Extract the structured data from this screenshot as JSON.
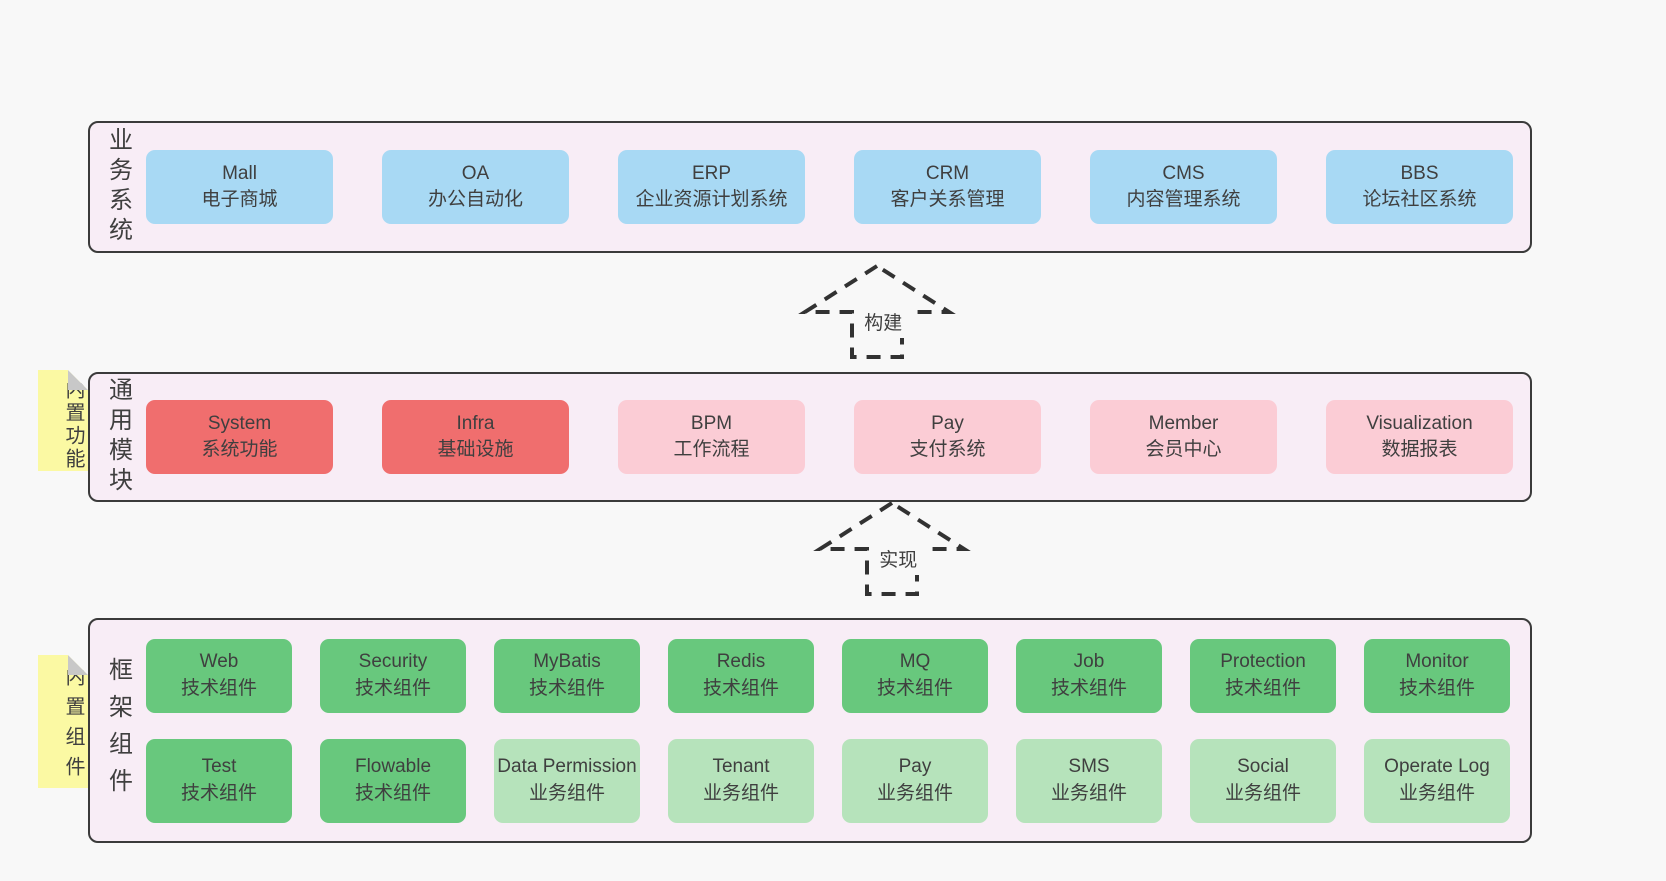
{
  "palette": {
    "page_background": "#f8f8f8",
    "container_fill": "#f8edf6",
    "container_border": "#3b3b3b",
    "text": "#3f3f3f",
    "sticky_yellow": "#fbf9a3",
    "fold_gray": "#c8c8c8",
    "arrow_stroke": "#323232",
    "blue": "#a8d9f4",
    "red": "#f06e6e",
    "pink": "#fbccd5",
    "green": "#68c87d",
    "light_green": "#b6e3bb"
  },
  "arrows": [
    {
      "label": "构建"
    },
    {
      "label": "实现"
    }
  ],
  "layers": [
    {
      "label": "业务系统",
      "boxes": [
        {
          "title": "Mall",
          "subtitle": "电子商城",
          "color": "#a8d9f4"
        },
        {
          "title": "OA",
          "subtitle": "办公自动化",
          "color": "#a8d9f4"
        },
        {
          "title": "ERP",
          "subtitle": "企业资源计划系统",
          "color": "#a8d9f4"
        },
        {
          "title": "CRM",
          "subtitle": "客户关系管理",
          "color": "#a8d9f4"
        },
        {
          "title": "CMS",
          "subtitle": "内容管理系统",
          "color": "#a8d9f4"
        },
        {
          "title": "BBS",
          "subtitle": "论坛社区系统",
          "color": "#a8d9f4"
        }
      ]
    },
    {
      "label": "通用模块",
      "sticky": "内置功能",
      "boxes": [
        {
          "title": "System",
          "subtitle": "系统功能",
          "color": "#f06e6e"
        },
        {
          "title": "Infra",
          "subtitle": "基础设施",
          "color": "#f06e6e"
        },
        {
          "title": "BPM",
          "subtitle": "工作流程",
          "color": "#fbccd5"
        },
        {
          "title": "Pay",
          "subtitle": "支付系统",
          "color": "#fbccd5"
        },
        {
          "title": "Member",
          "subtitle": "会员中心",
          "color": "#fbccd5"
        },
        {
          "title": "Visualization",
          "subtitle": "数据报表",
          "color": "#fbccd5"
        }
      ]
    },
    {
      "label": "框架组件",
      "sticky": "内置组件",
      "rows": [
        [
          {
            "title": "Web",
            "subtitle": "技术组件",
            "color": "#68c87d"
          },
          {
            "title": "Security",
            "subtitle": "技术组件",
            "color": "#68c87d"
          },
          {
            "title": "MyBatis",
            "subtitle": "技术组件",
            "color": "#68c87d"
          },
          {
            "title": "Redis",
            "subtitle": "技术组件",
            "color": "#68c87d"
          },
          {
            "title": "MQ",
            "subtitle": "技术组件",
            "color": "#68c87d"
          },
          {
            "title": "Job",
            "subtitle": "技术组件",
            "color": "#68c87d"
          },
          {
            "title": "Protection",
            "subtitle": "技术组件",
            "color": "#68c87d"
          },
          {
            "title": "Monitor",
            "subtitle": "技术组件",
            "color": "#68c87d"
          }
        ],
        [
          {
            "title": "Test",
            "subtitle": "技术组件",
            "color": "#68c87d"
          },
          {
            "title": "Flowable",
            "subtitle": "技术组件",
            "color": "#68c87d"
          },
          {
            "title": "Data Permission",
            "subtitle": "业务组件",
            "color": "#b6e3bb"
          },
          {
            "title": "Tenant",
            "subtitle": "业务组件",
            "color": "#b6e3bb"
          },
          {
            "title": "Pay",
            "subtitle": "业务组件",
            "color": "#b6e3bb"
          },
          {
            "title": "SMS",
            "subtitle": "业务组件",
            "color": "#b6e3bb"
          },
          {
            "title": "Social",
            "subtitle": "业务组件",
            "color": "#b6e3bb"
          },
          {
            "title": "Operate Log",
            "subtitle": "业务组件",
            "color": "#b6e3bb"
          }
        ]
      ]
    }
  ]
}
